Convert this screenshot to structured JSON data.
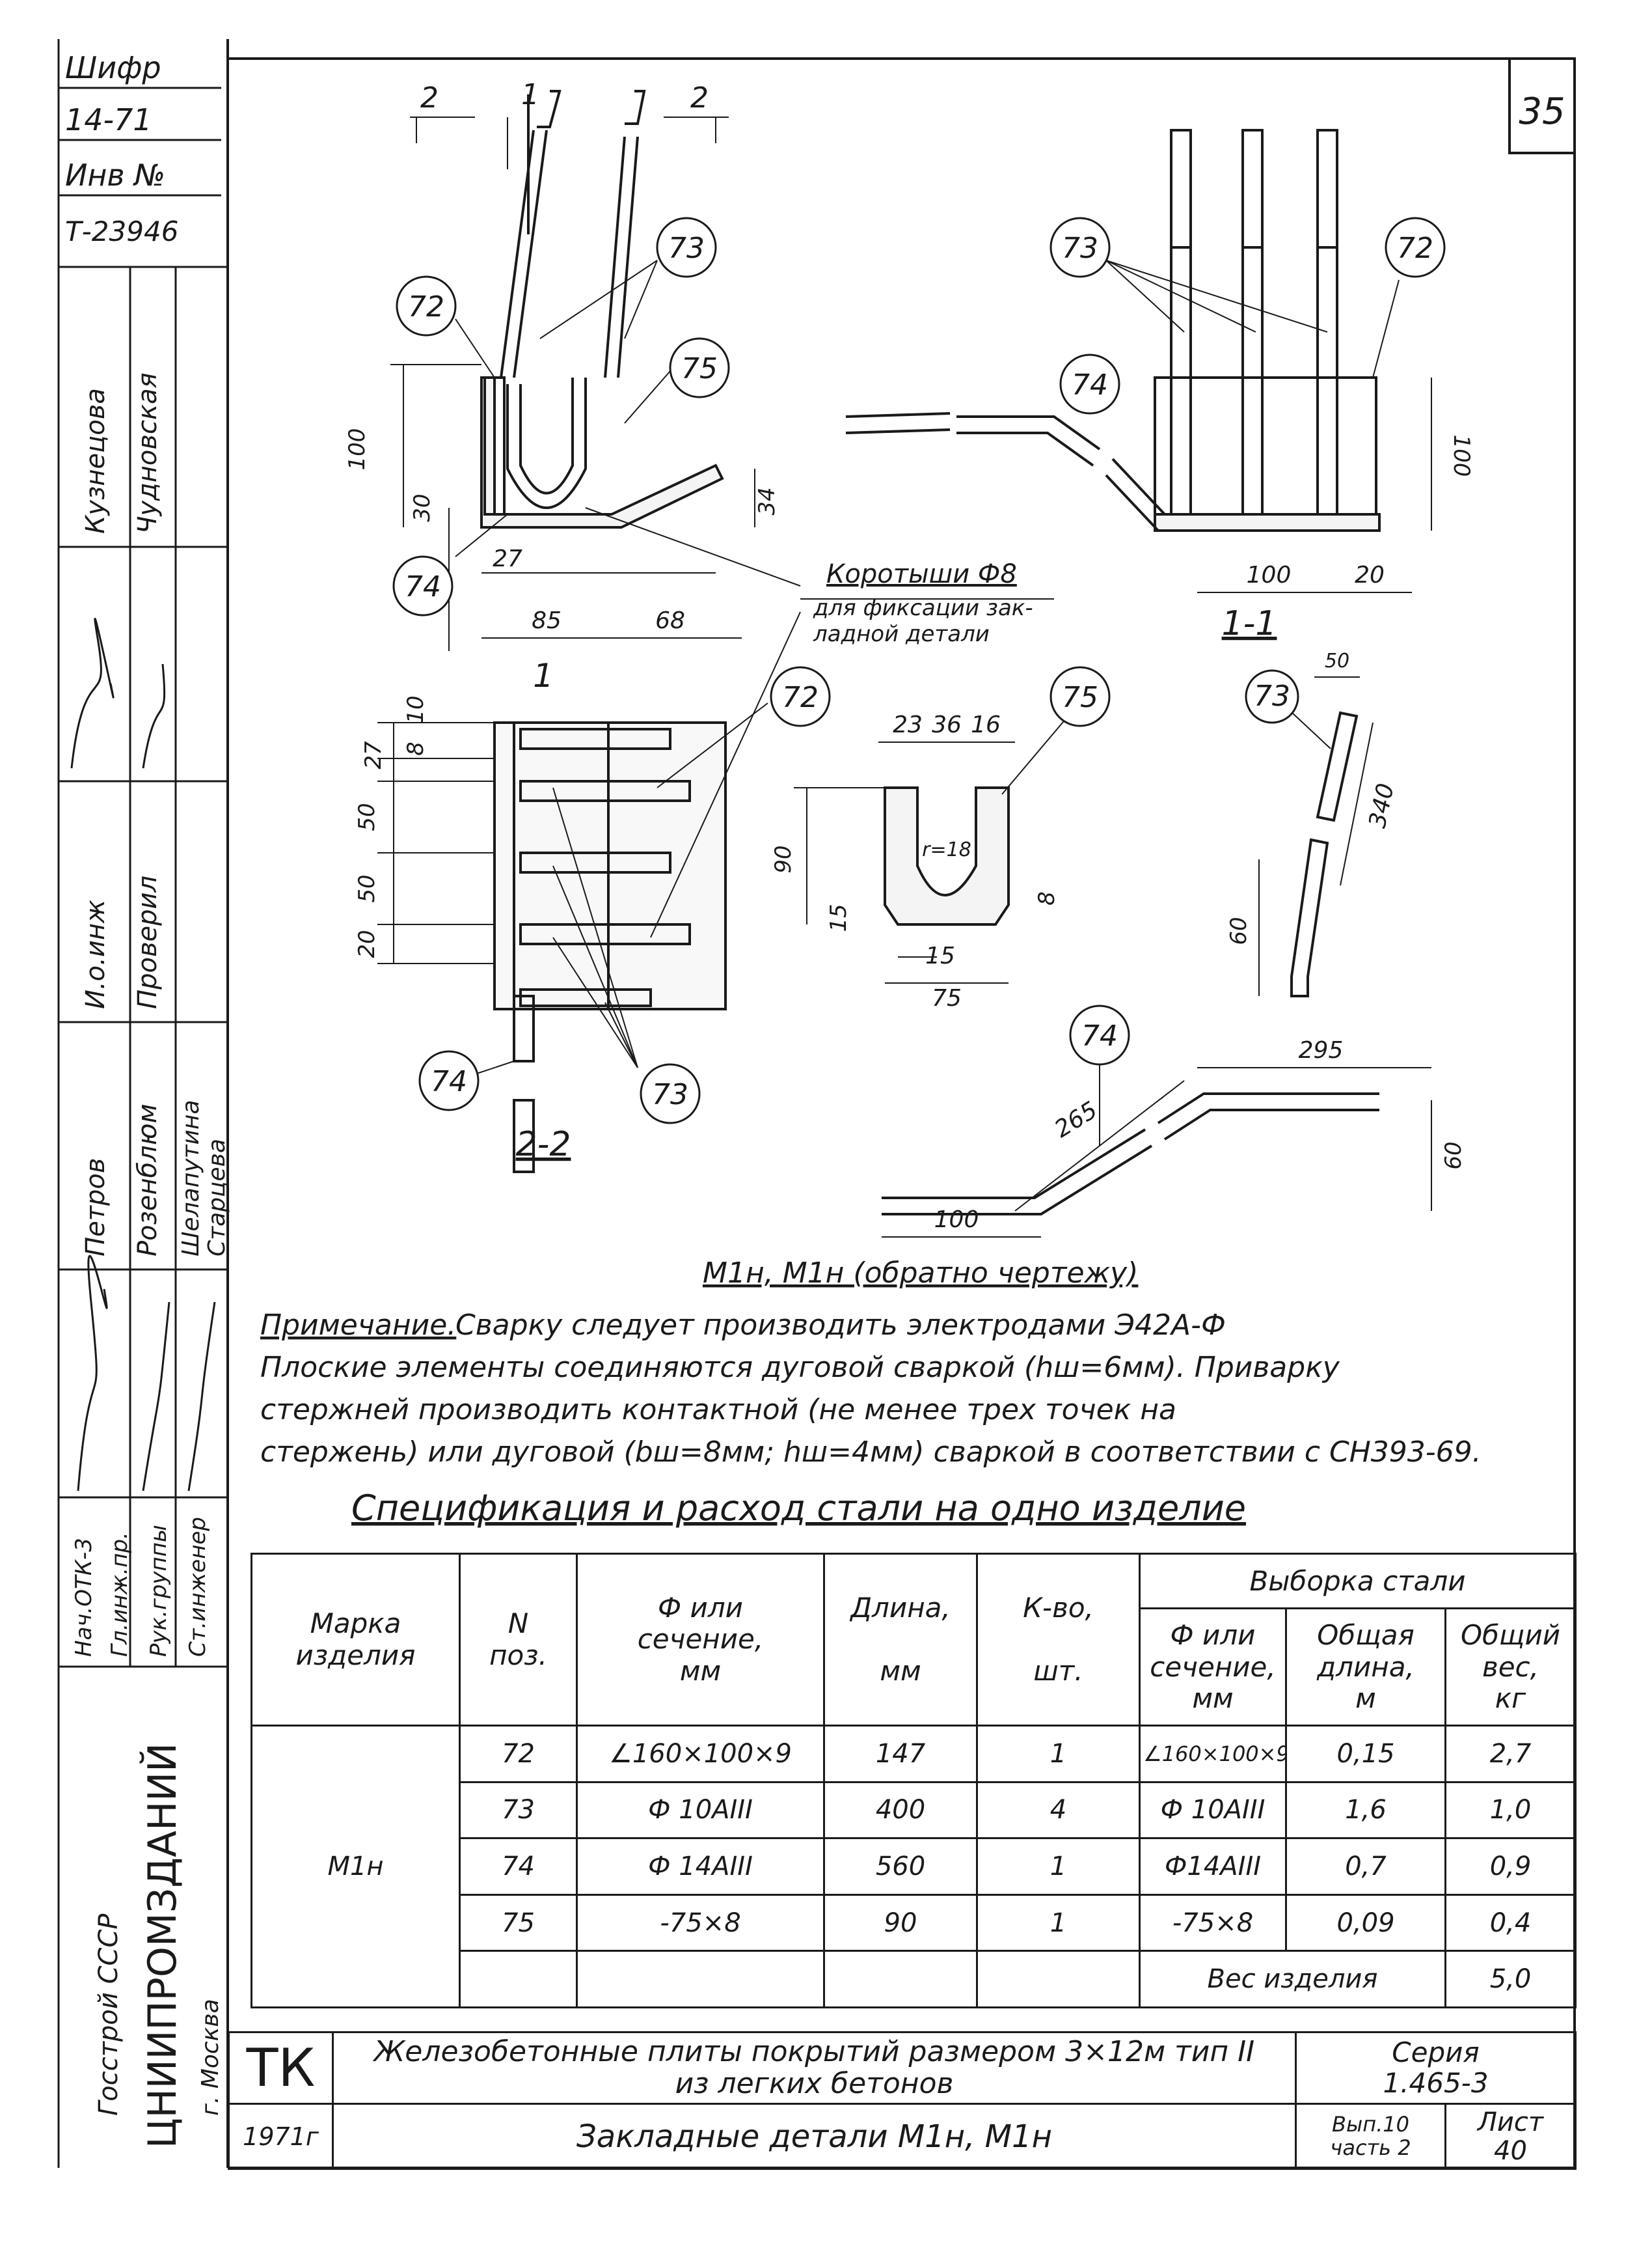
{
  "sheet_number": "35",
  "left_column": {
    "archive": [
      "Шифр",
      "14-71",
      "Инв №",
      "Т-23946"
    ],
    "staff_a": [
      "Кузнецова",
      "Чудновская"
    ],
    "staff_b": [
      "Петров",
      "Розенблюм",
      "Шелапутина",
      "Старцева"
    ],
    "roles_b": [
      "И.о.инж",
      "Проверил"
    ],
    "roles_c": [
      "Нач.ОТК-3",
      "Гл.инж.пр.",
      "Рук.группы",
      "Ст.инженер"
    ],
    "org": [
      "Госстрой СССР",
      "ЦНИИПРОМЗДАНИЙ",
      "г. Москва"
    ]
  },
  "drawing_labels": {
    "section_1_1": "1-1",
    "section_2_2": "2-2",
    "view_1": "1",
    "cut_2": "2",
    "short_rods": "Коротыши Ф8",
    "short_rods_note_1": "для фиксации зак-",
    "short_rods_note_2": "ладной детали",
    "caption": "М1н, М1н (обратно чертежу)",
    "positions": [
      "72",
      "73",
      "74",
      "75"
    ],
    "dims": {
      "d100": "100",
      "d30": "30",
      "d34": "34",
      "d27": "27",
      "d85": "85",
      "d68": "68",
      "d20": "20",
      "d10": "10",
      "d8": "8",
      "d50": "50",
      "d23": "23",
      "d36": "36",
      "d16": "16",
      "d90": "90",
      "r18": "r=18",
      "d15": "15",
      "d75": "75",
      "d340": "340",
      "d60": "60",
      "d265": "265",
      "d295": "295"
    }
  },
  "note": {
    "heading": "Примечание.",
    "line1": "Сварку следует производить электродами Э42А-Ф",
    "line2": "Плоские элементы соединяются дуговой сваркой (hш=6мм). Приварку",
    "line3": "стержней производить контактной (не менее трех точек на",
    "line4": "стержень) или дуговой (bш=8мм; hш=4мм) сваркой в соответствии с СН393-69."
  },
  "spec_table": {
    "title": "Спецификация и расход стали на одно изделие",
    "headers": {
      "mark_1": "Марка",
      "mark_2": "изделия",
      "pos_1": "N",
      "pos_2": "поз.",
      "sect_1": "Ф или",
      "sect_2": "сечение,",
      "sect_3": "мм",
      "len_1": "Длина,",
      "len_2": "мм",
      "qty_1": "К-во,",
      "qty_2": "шт.",
      "sel": "Выборка стали",
      "sel_sect_1": "Ф или",
      "sel_sect_2": "сечение,",
      "sel_sect_3": "мм",
      "tot_len_1": "Общая",
      "tot_len_2": "длина,",
      "tot_len_3": "м",
      "tot_w_1": "Общий",
      "tot_w_2": "вес,",
      "tot_w_3": "кг"
    },
    "mark": "М1н",
    "rows": [
      {
        "pos": "72",
        "section": "∠160×100×9",
        "length": "147",
        "qty": "1",
        "sel_section": "∠160×100×9",
        "total_length": "0,15",
        "total_weight": "2,7"
      },
      {
        "pos": "73",
        "section": "Ф 10АIII",
        "length": "400",
        "qty": "4",
        "sel_section": "Ф 10АIII",
        "total_length": "1,6",
        "total_weight": "1,0"
      },
      {
        "pos": "74",
        "section": "Ф 14АIII",
        "length": "560",
        "qty": "1",
        "sel_section": "Ф14АIII",
        "total_length": "0,7",
        "total_weight": "0,9"
      },
      {
        "pos": "75",
        "section": "-75×8",
        "length": "90",
        "qty": "1",
        "sel_section": "-75×8",
        "total_length": "0,09",
        "total_weight": "0,4"
      }
    ],
    "weight_label": "Вес изделия",
    "weight_value": "5,0"
  },
  "title_block": {
    "code": "ТК",
    "year": "1971г",
    "title_1": "Железобетонные плиты покрытий размером 3×12м тип II",
    "title_2": "из легких бетонов",
    "sheet_title": "Закладные детали М1н, М1н",
    "series_label": "Серия",
    "series": "1.465-3",
    "issue_1": "Вып.10",
    "issue_2": "часть 2",
    "sheet_label": "Лист",
    "sheet": "40"
  }
}
